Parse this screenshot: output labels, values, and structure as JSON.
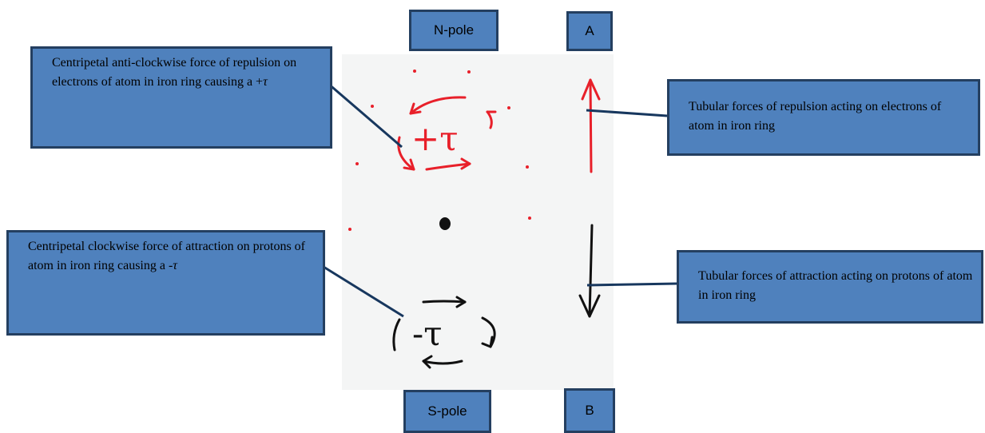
{
  "labels": {
    "north_pole": "N-pole",
    "south_pole": "S-pole",
    "point_a": "A",
    "point_b": "B"
  },
  "callouts": {
    "anticlockwise_force": {
      "text": "Centripetal anti-clockwise force of repulsion on electrons of atom in iron ring causing a +",
      "symbol": "τ"
    },
    "clockwise_force": {
      "text": "Centripetal clockwise force of attraction on protons of atom in iron ring causing a -",
      "symbol": "τ"
    },
    "repulsion_tubular": {
      "text": "Tubular forces of repulsion acting on electrons of atom in iron ring"
    },
    "attraction_tubular": {
      "text": "Tubular forces of attraction acting on protons of atom in iron ring"
    }
  },
  "drawing": {
    "plus_torque": "+τ",
    "minus_torque": "-τ"
  },
  "colors": {
    "box_fill": "#4f81bd",
    "box_border": "#243f60",
    "ink_red": "#e8202a",
    "ink_black": "#111111",
    "leader": "#17375e"
  }
}
